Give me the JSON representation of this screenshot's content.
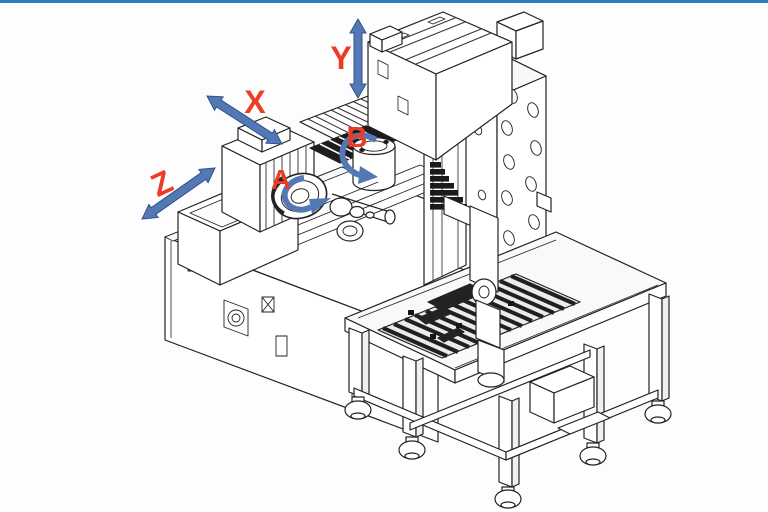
{
  "page": {
    "background_color": "#fdfdfe",
    "top_border_color": "#2b7cc5"
  },
  "diagram": {
    "description": "Isometric CAD line drawing of a 5-axis CNC machining center with automation loader table; machine motion axes are annotated with blue arrows and red letters",
    "accent_arrow_color": "#5478b4",
    "arrow_edge_color": "#2f5190",
    "label_color": "#ee3b24",
    "axes": {
      "x": {
        "label": "X",
        "type": "linear"
      },
      "y": {
        "label": "Y",
        "type": "linear"
      },
      "z": {
        "label": "Z",
        "type": "linear"
      },
      "a": {
        "label": "A",
        "type": "rotary"
      },
      "b": {
        "label": "B",
        "type": "rotary"
      }
    }
  }
}
